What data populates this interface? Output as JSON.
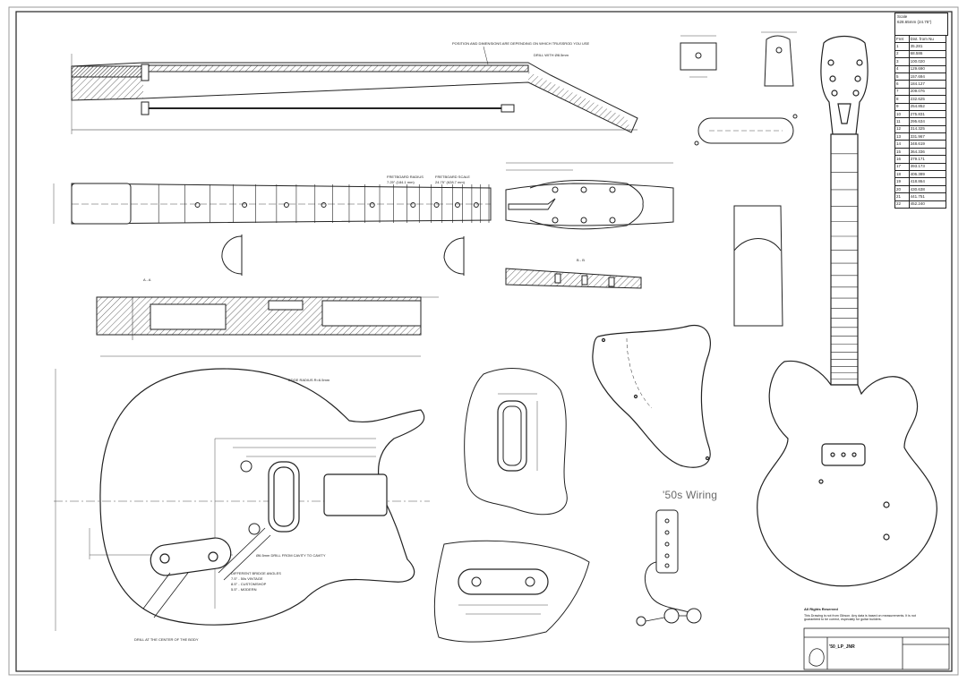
{
  "sheet": {
    "wiring_title": "'50s Wiring",
    "scale_header": [
      "Scale",
      "628.65mm (24.75\")"
    ],
    "fret_table_headers": [
      "Fret",
      "Dist. from Nu"
    ],
    "fret_rows": [
      [
        "1",
        "35.281"
      ],
      [
        "2",
        "68.586"
      ],
      [
        "3",
        "100.020"
      ],
      [
        "4",
        "129.690"
      ],
      [
        "5",
        "157.694"
      ],
      [
        "6",
        "184.127"
      ],
      [
        "7",
        "209.076"
      ],
      [
        "8",
        "232.625"
      ],
      [
        "9",
        "254.852"
      ],
      [
        "10",
        "275.831"
      ],
      [
        "11",
        "295.634"
      ],
      [
        "12",
        "314.325"
      ],
      [
        "13",
        "331.967"
      ],
      [
        "14",
        "348.619"
      ],
      [
        "15",
        "364.336"
      ],
      [
        "16",
        "379.171"
      ],
      [
        "17",
        "393.173"
      ],
      [
        "18",
        "406.389"
      ],
      [
        "19",
        "418.864"
      ],
      [
        "20",
        "430.638"
      ],
      [
        "21",
        "441.751"
      ],
      [
        "22",
        "452.240"
      ]
    ],
    "labels": {
      "fretboard_radius": "FRETBOARD RADIUS",
      "fretboard_radius_value": "7.25\" (184.1 mm)",
      "fretboard_scale": "FRETBOARD SCALE",
      "fretboard_scale_value": "24.75\" (628.7 mm)",
      "truss_note": "POSITION AND DIMENSIONS ARE DEPENDING ON WHICH TRUSSROD YOU USE",
      "drill_note_top": "DRILL WITH Ø8.5mm",
      "section_aa": "A - A",
      "section_bb": "B - B",
      "edge_radius": "EDGE RADIUS R=6.5mm",
      "drill_cavity": "Ø6.5mm DRILL FROM CAVITY TO CAVITY",
      "bridge_angles": "DIFFERENT BRIDGE ANGLES",
      "angle_1": "7.5° - 50s VINTAGE",
      "angle_2": "8.5° - CUSTOMSHOP",
      "angle_3": "5.5° - MODERN",
      "drill_center": "DRILL AT THE CENTER OF THE BODY",
      "all_rights": "All Rights Reserved",
      "disclaimer": "This Drawing is not from Gibson. Any data is based on measurements. It is not guaranteed to be correct, especially for guitar builders.",
      "drawing_title": "'50_LP_JNR"
    }
  }
}
